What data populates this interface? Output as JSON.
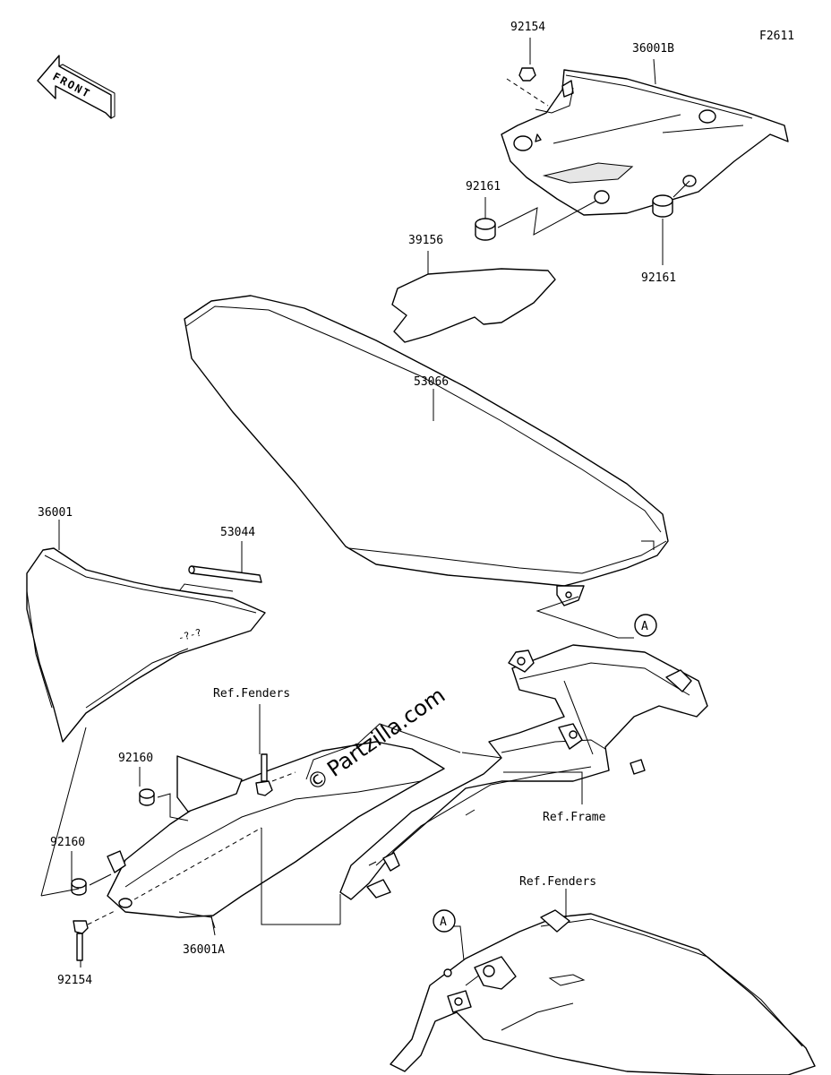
{
  "figure_code": "F2611",
  "front_arrow_text": "FRONT",
  "watermark": "Partzilla.com",
  "watermark_symbol": "©",
  "callout_a": "A",
  "labels": {
    "p92154_top": "92154",
    "p36001B": "36001B",
    "p92161_left": "92161",
    "p92161_right": "92161",
    "p39156": "39156",
    "p53066": "53066",
    "p36001": "36001",
    "p53044": "53044",
    "ref_fenders_top": "Ref.Fenders",
    "p92160_mid": "92160",
    "p92160_left": "92160",
    "ref_frame": "Ref.Frame",
    "ref_fenders_bottom": "Ref.Fenders",
    "p92154_bottom": "92154",
    "p36001A": "36001A"
  }
}
